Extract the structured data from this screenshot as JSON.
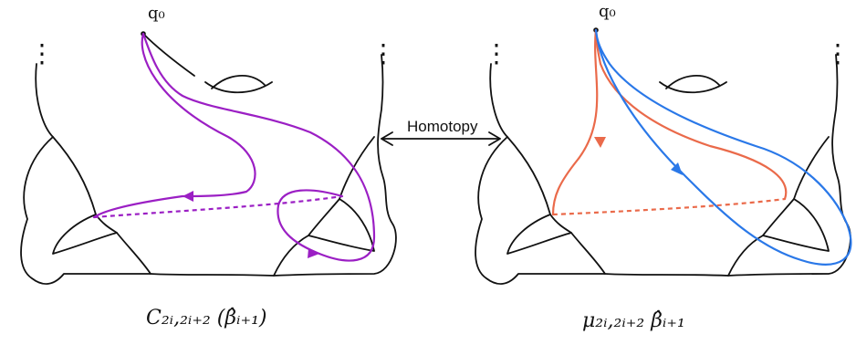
{
  "labels": {
    "basepoint_left": "q₀",
    "basepoint_right": "q₀",
    "homotopy": "Homotopy",
    "caption_left": "C₂ᵢ,₂ᵢ₊₂ (β̂ᵢ₊₁)",
    "caption_right": "μ₂ᵢ,₂ᵢ₊₂ β̂ᵢ₊₁",
    "ellipsis_left": "⋮",
    "ellipsis_right": "⋮"
  },
  "colors": {
    "outline": "#111111",
    "purple_loop": "#9b1fc4",
    "orange_loop": "#ea6a4a",
    "blue_loop": "#2a78e8"
  }
}
